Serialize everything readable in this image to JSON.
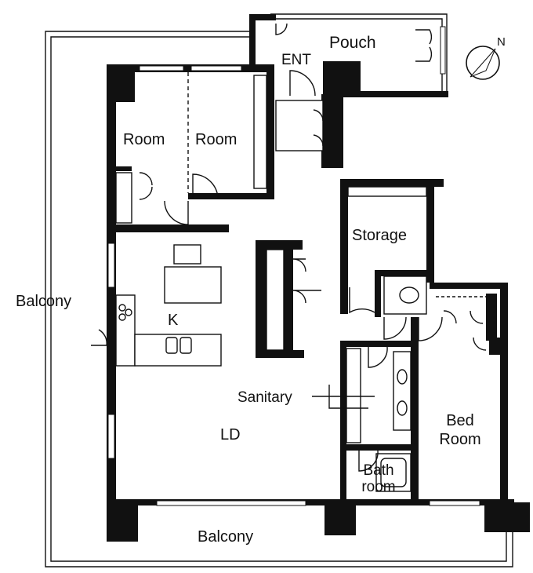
{
  "labels": {
    "pouch": "Pouch",
    "ent": "ENT",
    "room1": "Room",
    "room2": "Room",
    "storage": "Storage",
    "balcony_left": "Balcony",
    "kitchen": "K",
    "sanitary": "Sanitary",
    "ld": "LD",
    "bed_line1": "Bed",
    "bed_line2": "Room",
    "bath_line1": "Bath",
    "bath_line2": "room",
    "balcony_bottom": "Balcony",
    "north": "N"
  },
  "colors": {
    "wall": "#111111",
    "background": "#ffffff"
  }
}
